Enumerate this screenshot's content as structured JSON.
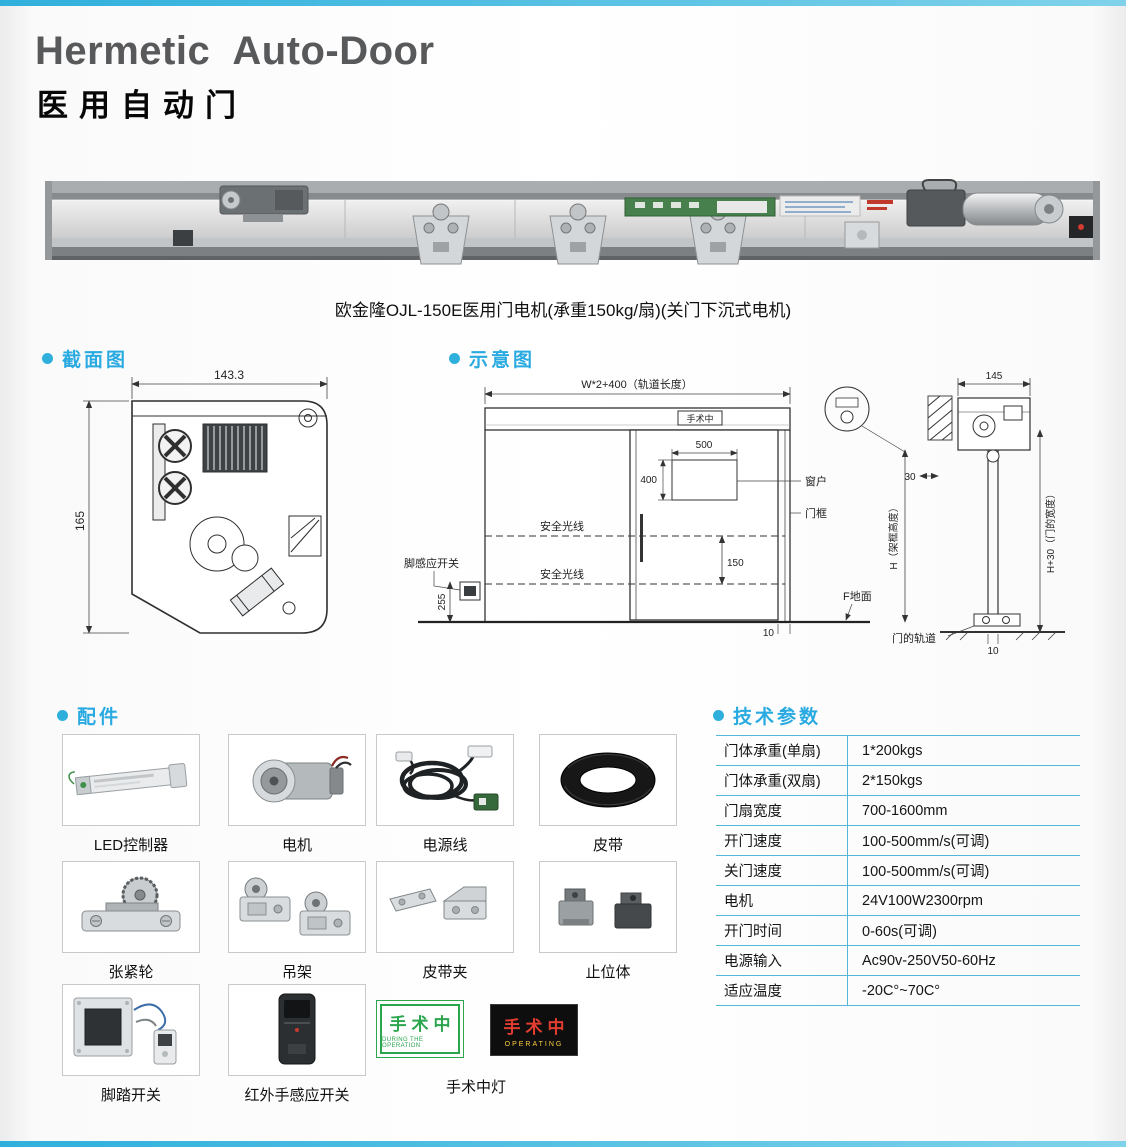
{
  "colors": {
    "accent": "#2fb0dc",
    "title_gray": "#58595b",
    "sign_green": "#2ba54e",
    "sign_red": "#e23d30",
    "table_border": "#55b7d8"
  },
  "header": {
    "title_en": "Hermetic Auto-Door",
    "title_cn": "医用自动门",
    "caption": "欧金隆OJL-150E医用门电机(承重150kg/扇)(关门下沉式电机)"
  },
  "cross_section": {
    "title": "截面图",
    "dim_width": "143.3",
    "dim_height": "165"
  },
  "schematic": {
    "title": "示意图",
    "track_length": "W*2+400（轨道长度）",
    "door_sign": "手术中",
    "win_width": "500",
    "win_height": "400",
    "window_label": "窗户",
    "door_frame_label": "门框",
    "safety_beam_1": "安全光线",
    "safety_beam_2": "安全光线",
    "dim_150": "150",
    "foot_sensor_label": "脚感应开关",
    "dim_255": "255",
    "dim_10_left": "10",
    "floor_label": "F地面",
    "door_track_label": "门的轨道",
    "dim_145": "145",
    "dim_30": "30",
    "frame_height_label": "H（架框高度）",
    "door_height_label": "H+30（门的宽度）",
    "dim_10_right": "10"
  },
  "accessories": {
    "title": "配件",
    "items": [
      {
        "label": "LED控制器"
      },
      {
        "label": "电机"
      },
      {
        "label": "电源线"
      },
      {
        "label": "皮带"
      },
      {
        "label": "张紧轮"
      },
      {
        "label": "吊架"
      },
      {
        "label": "皮带夹"
      },
      {
        "label": "止位体"
      },
      {
        "label": "脚踏开关"
      },
      {
        "label": "红外手感应开关"
      },
      {
        "label": "手术中灯"
      }
    ],
    "green_sign": {
      "main": "手术中",
      "sub": "DURING THE OPERATION"
    },
    "red_sign": {
      "main": "手术中",
      "sub": "OPERATING"
    }
  },
  "specs": {
    "title": "技术参数",
    "rows": [
      {
        "label": "门体承重(单扇)",
        "value": "1*200kgs"
      },
      {
        "label": "门体承重(双扇)",
        "value": "2*150kgs"
      },
      {
        "label": "门扇宽度",
        "value": "700-1600mm"
      },
      {
        "label": "开门速度",
        "value": "100-500mm/s(可调)"
      },
      {
        "label": "关门速度",
        "value": "100-500mm/s(可调)"
      },
      {
        "label": "电机",
        "value": "24V100W2300rpm"
      },
      {
        "label": "开门时间",
        "value": "0-60s(可调)"
      },
      {
        "label": "电源输入",
        "value": "Ac90v-250V50-60Hz"
      },
      {
        "label": "适应温度",
        "value": "-20C°~70C°"
      }
    ]
  }
}
